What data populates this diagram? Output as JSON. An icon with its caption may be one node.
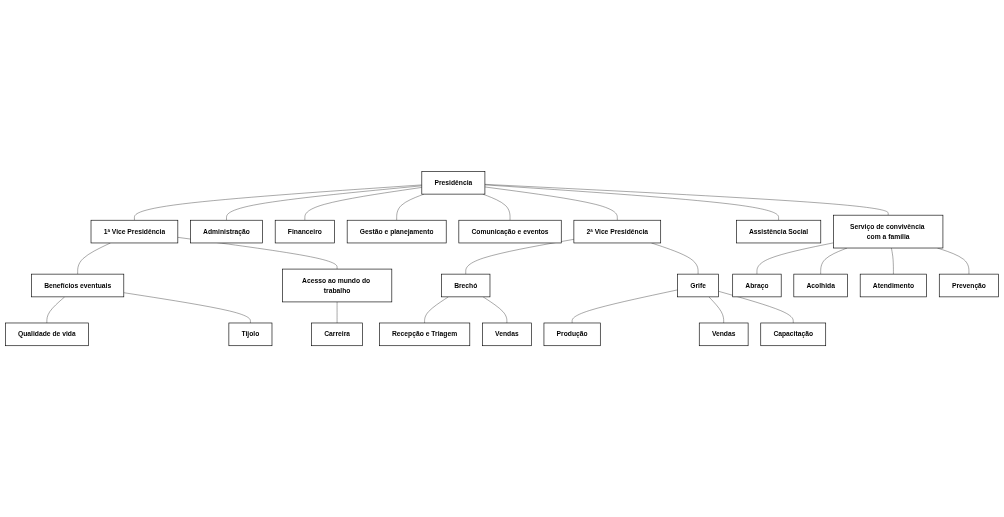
{
  "diagram": {
    "nodes": [
      {
        "text": [
          "Presidência"
        ]
      },
      {
        "text": [
          "1ª Vice Presidência"
        ]
      },
      {
        "text": [
          "Administração"
        ]
      },
      {
        "text": [
          "Financeiro"
        ]
      },
      {
        "text": [
          "Gestão e planejamento"
        ]
      },
      {
        "text": [
          "Comunicação e eventos"
        ]
      },
      {
        "text": [
          "2ª Vice Presidência"
        ]
      },
      {
        "text": [
          "Assistência Social"
        ]
      },
      {
        "text": [
          "Serviço de convivência com a família"
        ]
      },
      {
        "text": [
          "Benefícios eventuais"
        ]
      },
      {
        "text": [
          "Acesso ao mundo do trabalho"
        ]
      },
      {
        "text": [
          "Brechó"
        ]
      },
      {
        "text": [
          "Grife"
        ]
      },
      {
        "text": [
          "Recepção e Triagem"
        ]
      },
      {
        "text": [
          "Produção"
        ]
      },
      {
        "text": [
          "Qualidade de vida"
        ]
      },
      {
        "text": [
          "Carreira"
        ]
      },
      {
        "text": [
          "Abraço"
        ]
      },
      {
        "text": [
          "Acolhida"
        ]
      },
      {
        "text": [
          "Vendas"
        ]
      },
      {
        "text": [
          "Vendas"
        ]
      },
      {
        "text": [
          "Tijolo"
        ]
      },
      {
        "text": [
          "Atendimento"
        ]
      },
      {
        "text": [
          "Prevenção"
        ]
      },
      {
        "text": [
          "Capacitação"
        ]
      }
    ],
    "edges": [
      {
        "from": 0,
        "to": 1,
        "arrow": "none"
      },
      {
        "from": 0,
        "to": 2,
        "arrow": "none"
      },
      {
        "from": 0,
        "to": 3,
        "arrow": "none"
      },
      {
        "from": 0,
        "to": 4,
        "arrow": "none"
      },
      {
        "from": 0,
        "to": 5,
        "arrow": "none"
      },
      {
        "from": 0,
        "to": 7,
        "arrow": "none"
      },
      {
        "from": 0,
        "to": 8,
        "arrow": "none"
      },
      {
        "from": 0,
        "to": 6,
        "arrow": "none"
      },
      {
        "from": 1,
        "to": 9,
        "arrow": "none"
      },
      {
        "from": 1,
        "to": 10,
        "arrow": "none"
      },
      {
        "from": 9,
        "to": 15,
        "arrow": "none"
      },
      {
        "from": 9,
        "to": 21,
        "arrow": "none"
      },
      {
        "from": 10,
        "to": 16,
        "arrow": "none"
      },
      {
        "from": 8,
        "to": 17,
        "arrow": "none"
      },
      {
        "from": 8,
        "to": 18,
        "arrow": "none"
      },
      {
        "from": 8,
        "to": 22,
        "arrow": "none"
      },
      {
        "from": 8,
        "to": 23,
        "arrow": "none"
      },
      {
        "from": 6,
        "to": 11,
        "arrow": "none"
      },
      {
        "from": 6,
        "to": 12,
        "arrow": "none"
      },
      {
        "from": 11,
        "to": 13,
        "arrow": "none"
      },
      {
        "from": 11,
        "to": 19,
        "arrow": "none"
      },
      {
        "from": 12,
        "to": 14,
        "arrow": "none"
      },
      {
        "from": 12,
        "to": 20,
        "arrow": "none"
      },
      {
        "from": 12,
        "to": 24,
        "arrow": "none"
      }
    ]
  }
}
